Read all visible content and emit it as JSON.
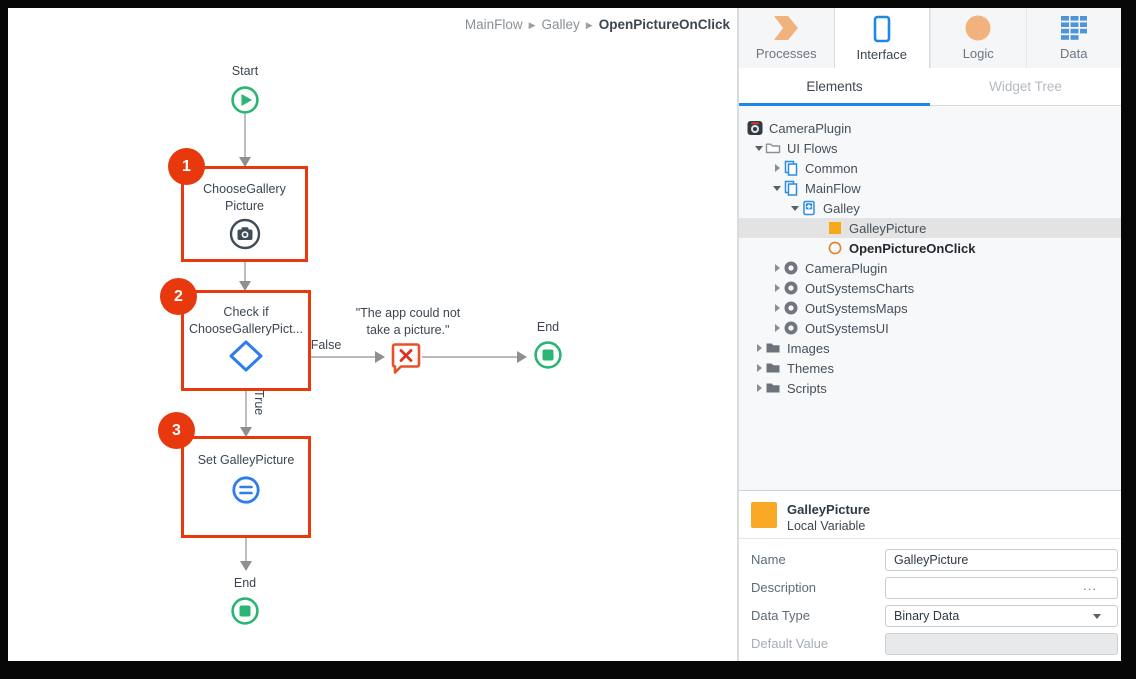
{
  "breadcrumb": {
    "items": [
      "MainFlow",
      "Galley",
      "OpenPictureOnClick"
    ]
  },
  "flow": {
    "start_label": "Start",
    "step1": {
      "badge": "1",
      "line1": "ChooseGallery",
      "line2": "Picture"
    },
    "step2": {
      "badge": "2",
      "line1": "Check if",
      "line2": "ChooseGalleryPict...",
      "false_label": "False",
      "true_label": "True"
    },
    "message": {
      "line1": "\"The app could not",
      "line2": "take a picture.\""
    },
    "end_right_label": "End",
    "step3": {
      "badge": "3",
      "title": "Set GalleyPicture"
    },
    "end_bottom_label": "End"
  },
  "tabs": [
    {
      "label": "Processes",
      "icon": "processes-icon"
    },
    {
      "label": "Interface",
      "icon": "phone-icon"
    },
    {
      "label": "Logic",
      "icon": "logic-circle-icon"
    },
    {
      "label": "Data",
      "icon": "data-grid-icon"
    }
  ],
  "subtabs": {
    "elements": "Elements",
    "widget_tree": "Widget Tree"
  },
  "tree": {
    "items": [
      {
        "label": "CameraPlugin"
      },
      {
        "label": "UI Flows"
      },
      {
        "label": "Common"
      },
      {
        "label": "MainFlow"
      },
      {
        "label": "Galley"
      },
      {
        "label": "GalleyPicture"
      },
      {
        "label": "OpenPictureOnClick"
      },
      {
        "label": "CameraPlugin"
      },
      {
        "label": "OutSystemsCharts"
      },
      {
        "label": "OutSystemsMaps"
      },
      {
        "label": "OutSystemsUI"
      },
      {
        "label": "Images"
      },
      {
        "label": "Themes"
      },
      {
        "label": "Scripts"
      }
    ]
  },
  "properties": {
    "title": "GalleyPicture",
    "subtitle": "Local Variable",
    "name_label": "Name",
    "name_value": "GalleyPicture",
    "description_label": "Description",
    "description_value": "",
    "description_more": "...",
    "datatype_label": "Data Type",
    "datatype_value": "Binary Data",
    "default_label": "Default Value",
    "default_value": ""
  },
  "colors": {
    "accent_blue": "#1e88e5",
    "flow_blue": "#2e7df0",
    "step_red": "#e8380d",
    "message_red": "#e8502a",
    "green": "#29b573",
    "tab_orange": "#f2b27d",
    "variable_orange": "#f9a825",
    "tree_bg": "#f7f8f9",
    "selected_row": "#e3e3e3"
  }
}
